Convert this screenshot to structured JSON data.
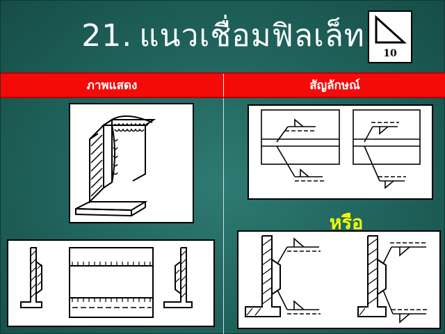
{
  "title": {
    "number": "21.",
    "text": "แนวเชื่อมฟิลเล็ท"
  },
  "symbol": {
    "icon": "fillet-triangle-icon",
    "size_label": "10"
  },
  "header": {
    "left": "ภาพแสดง",
    "right": "สัญลักษณ์"
  },
  "or_label": "หรือ",
  "colors": {
    "background": "#1f625b",
    "header_bar": "#f50a0a",
    "or_text": "#f5ff00",
    "title_text": "#ffffff"
  }
}
